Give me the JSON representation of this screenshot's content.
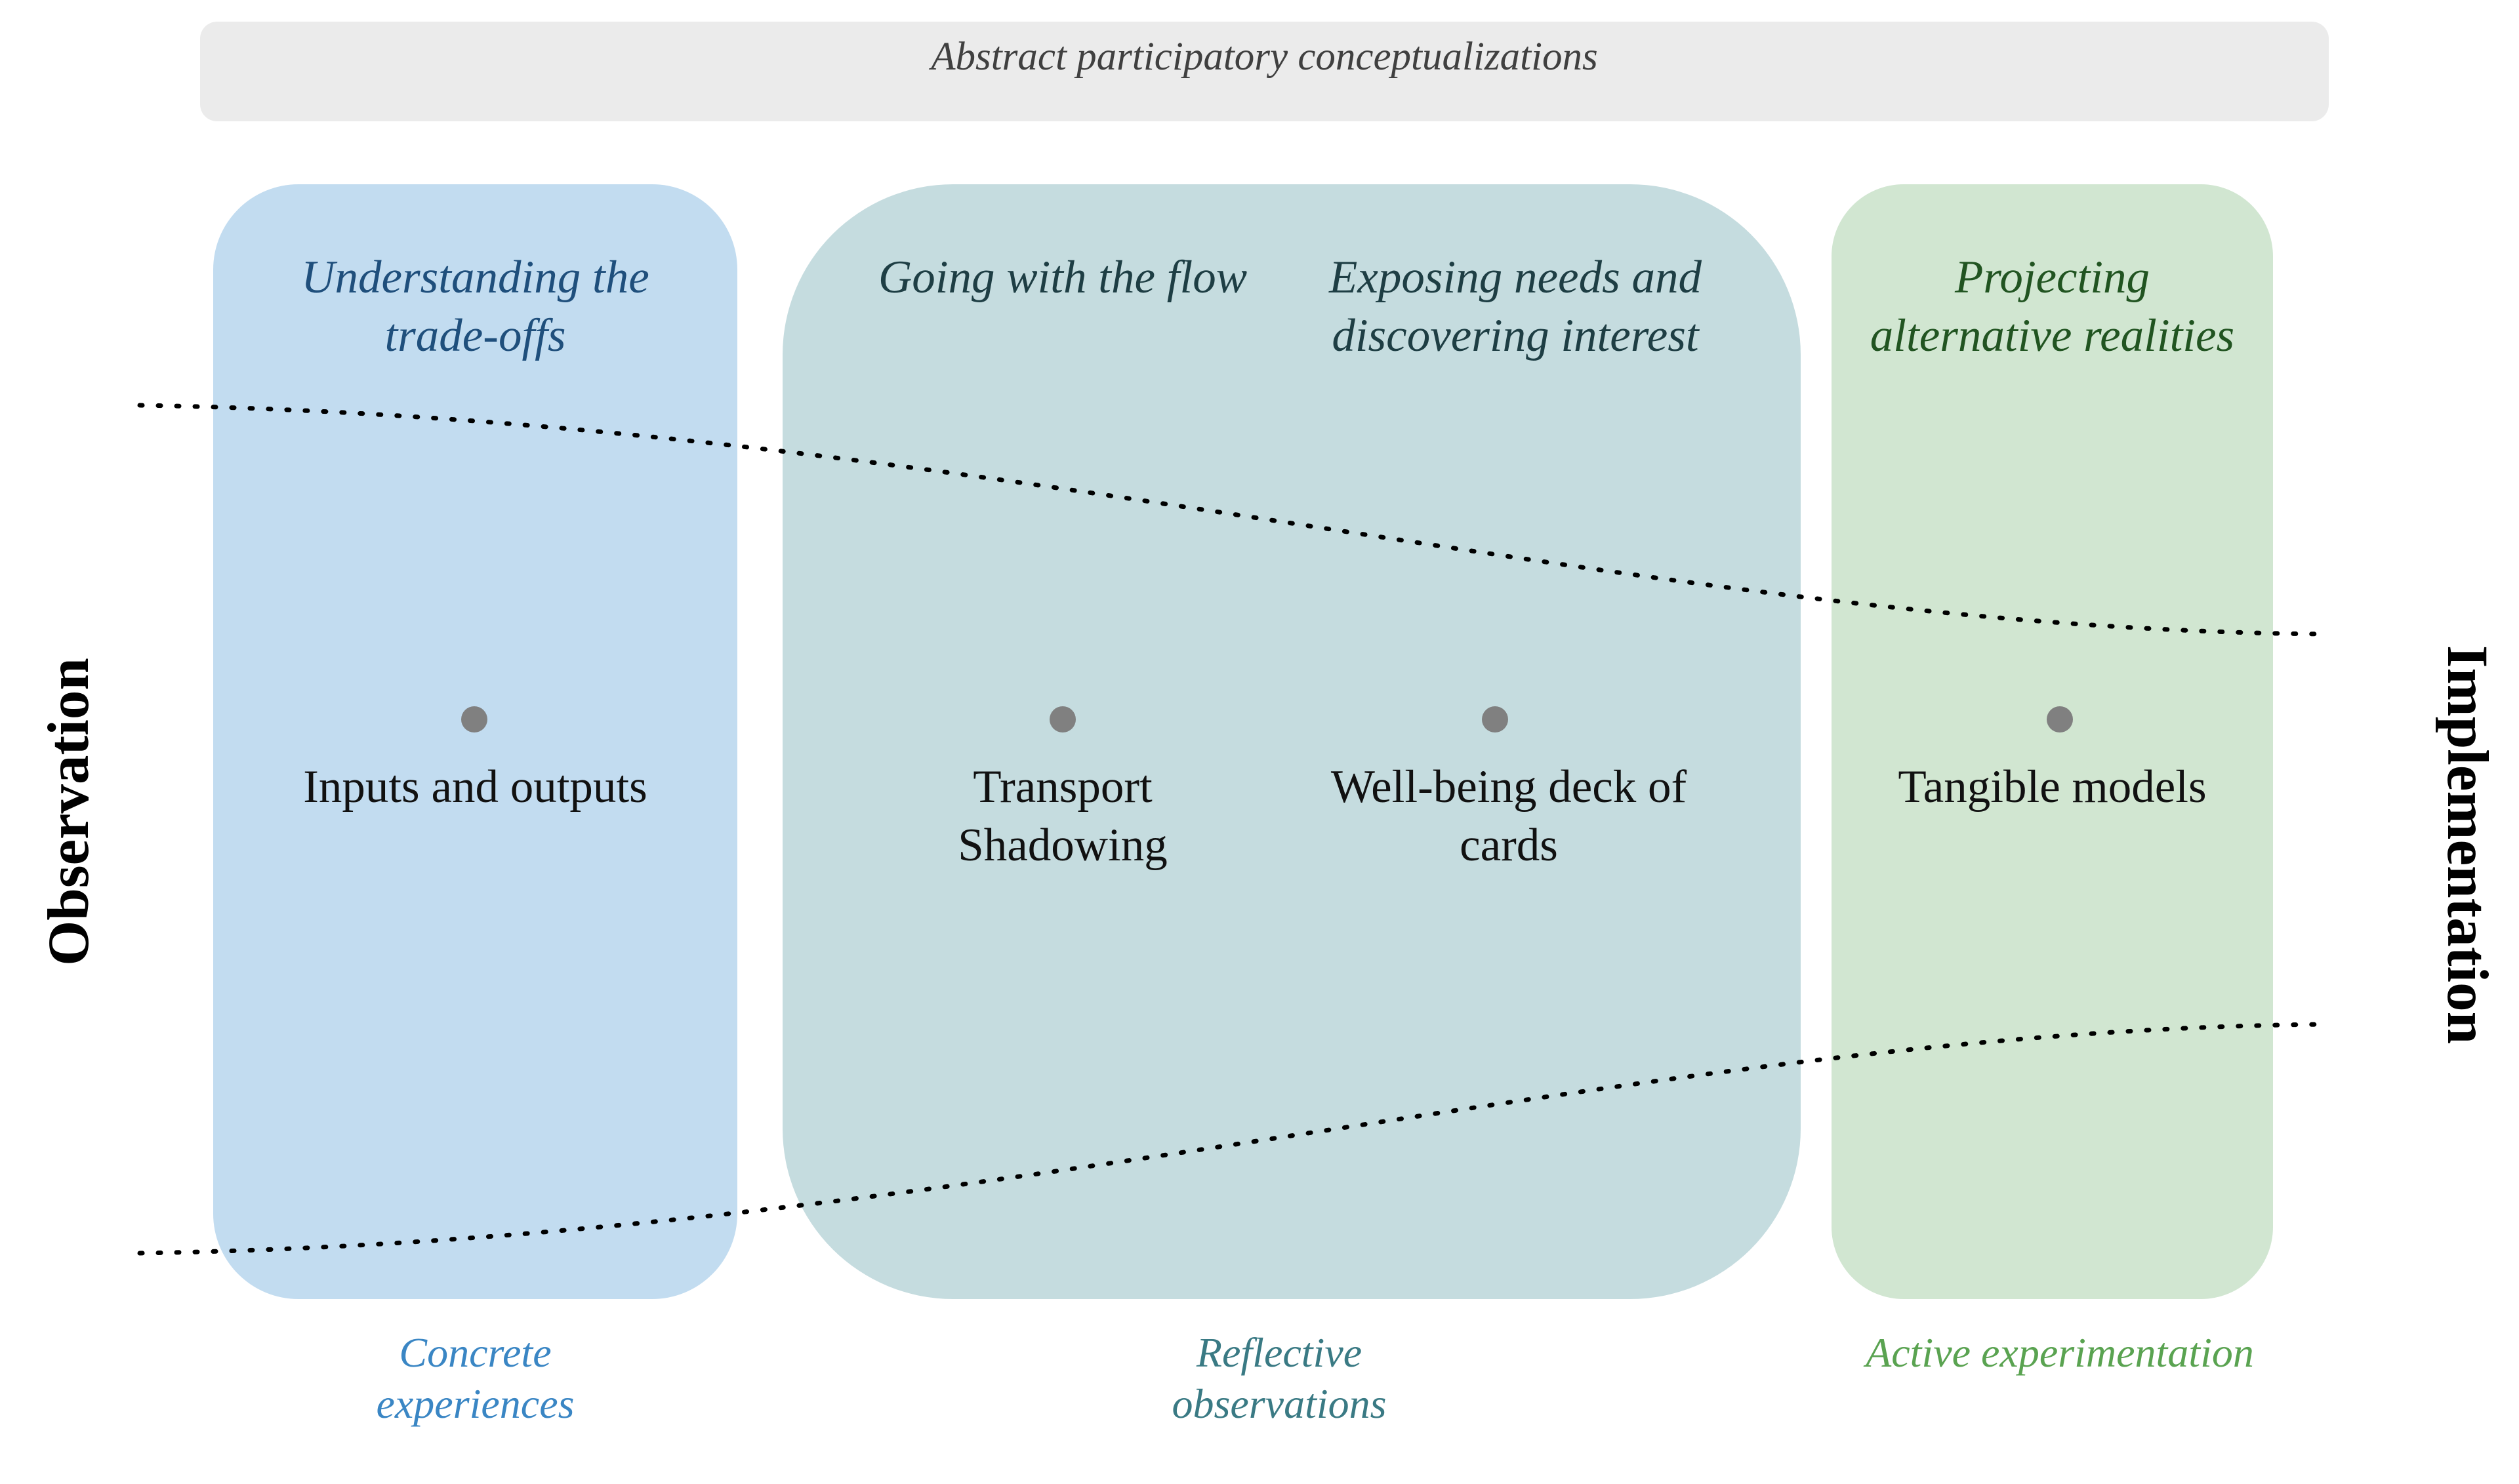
{
  "banner": {
    "label": "Abstract participatory conceptualizations"
  },
  "axes": {
    "left": "Observation",
    "right": "Implementation"
  },
  "panels": {
    "concrete": {
      "color": "#c2dcf0",
      "heading": [
        "Understanding the",
        "trade-offs"
      ],
      "item": [
        "Inputs and outputs"
      ],
      "footer": [
        "Concrete",
        "experiences"
      ]
    },
    "reflective": {
      "color": "#c5dcdf",
      "heading_a": [
        "Going with the flow"
      ],
      "item_a": [
        "Transport",
        "Shadowing"
      ],
      "heading_b": [
        "Exposing needs and",
        "discovering interest"
      ],
      "item_b": [
        "Well-being deck of",
        "cards"
      ],
      "footer": [
        "Reflective",
        "observations"
      ]
    },
    "active": {
      "color": "#d1e6d1",
      "heading": [
        "Projecting",
        "alternative realities"
      ],
      "item": [
        "Tangible models"
      ],
      "footer": [
        "Active experimentation"
      ]
    }
  },
  "colors": {
    "banner": "#ebebeb",
    "dot": "#808080"
  }
}
